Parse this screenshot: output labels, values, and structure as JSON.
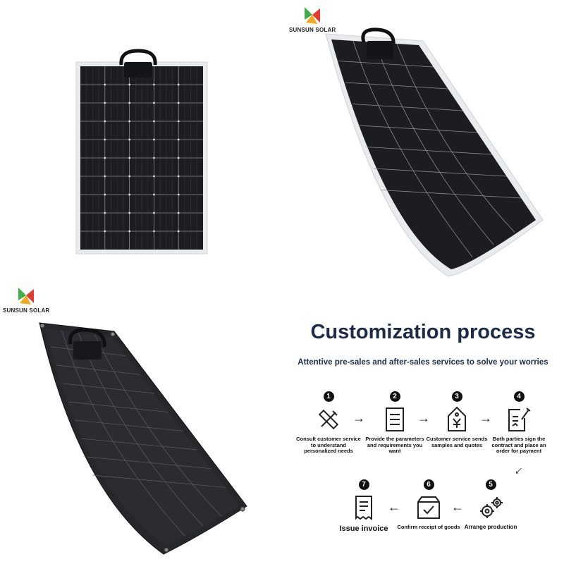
{
  "brand": {
    "name": "SUNSUN SOLAR"
  },
  "process": {
    "title": "Customization process",
    "subtitle": "Attentive pre-sales and after-sales services to solve your worries",
    "steps": [
      {
        "num": "1",
        "label": "Consult customer service to understand personalized needs",
        "icon": "pencil-ruler-icon"
      },
      {
        "num": "2",
        "label": "Provide the parameters and requirements you want",
        "icon": "document-list-icon"
      },
      {
        "num": "3",
        "label": "Customer service sends samples and quotes",
        "icon": "price-tag-yen-icon"
      },
      {
        "num": "4",
        "label": "Both parties sign the contract and place an order for payment",
        "icon": "contract-pen-icon"
      },
      {
        "num": "5",
        "label": "Arrange production",
        "icon": "gears-icon"
      },
      {
        "num": "6",
        "label": "Confirm receipt of goods",
        "icon": "box-check-icon"
      },
      {
        "num": "7",
        "label": "Issue invoice",
        "icon": "invoice-icon"
      }
    ]
  },
  "colors": {
    "title_navy": "#1d2b4a",
    "panel_cell": "#1b1d21",
    "panel_frame": "#e9ecef",
    "logo_red": "#e43b2c",
    "logo_green": "#3fae49"
  }
}
